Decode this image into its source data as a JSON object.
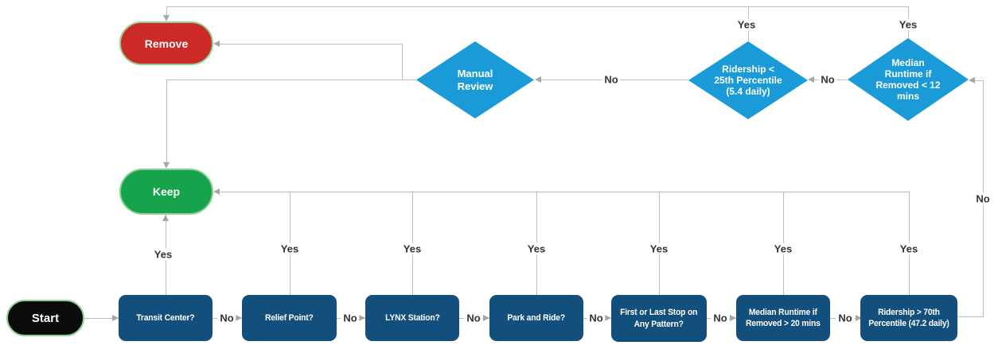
{
  "edge_labels": {
    "yes": "Yes",
    "no": "No"
  },
  "colors": {
    "process_fill": "#134f7d",
    "decision_fill": "#1a9bd7",
    "keep_fill": "#16a34b",
    "remove_fill": "#cc2a27",
    "start_fill": "#0b0b0b",
    "terminal_border": "#8fcf8f",
    "connector": "#bcbcbc",
    "arrowhead": "#a6a6a6",
    "edge_label_text": "#333333"
  },
  "nodes": {
    "start": {
      "type": "terminal",
      "label": "Start"
    },
    "transit_center": {
      "type": "process",
      "label": "Transit Center?"
    },
    "relief_point": {
      "type": "process",
      "label": "Relief Point?"
    },
    "lynx_station": {
      "type": "process",
      "label": "LYNX Station?"
    },
    "park_and_ride": {
      "type": "process",
      "label": "Park and Ride?"
    },
    "first_or_last_stop": {
      "type": "process",
      "label": "First or Last Stop on\nAny Pattern?"
    },
    "median_runtime_over_20": {
      "type": "process",
      "label": "Median Runtime if\nRemoved > 20 mins"
    },
    "ridership_over_70th": {
      "type": "process",
      "label": "Ridership > 70th\nPercentile (47.2 daily)"
    },
    "median_runtime_under_12": {
      "type": "decision",
      "label": "Median\nRuntime if\nRemoved < 12\nmins"
    },
    "ridership_under_25th": {
      "type": "decision",
      "label": "Ridership <\n25th Percentile\n(5.4 daily)"
    },
    "manual_review": {
      "type": "decision",
      "label": "Manual\nReview"
    },
    "keep": {
      "type": "terminal",
      "label": "Keep"
    },
    "remove": {
      "type": "terminal",
      "label": "Remove"
    }
  }
}
